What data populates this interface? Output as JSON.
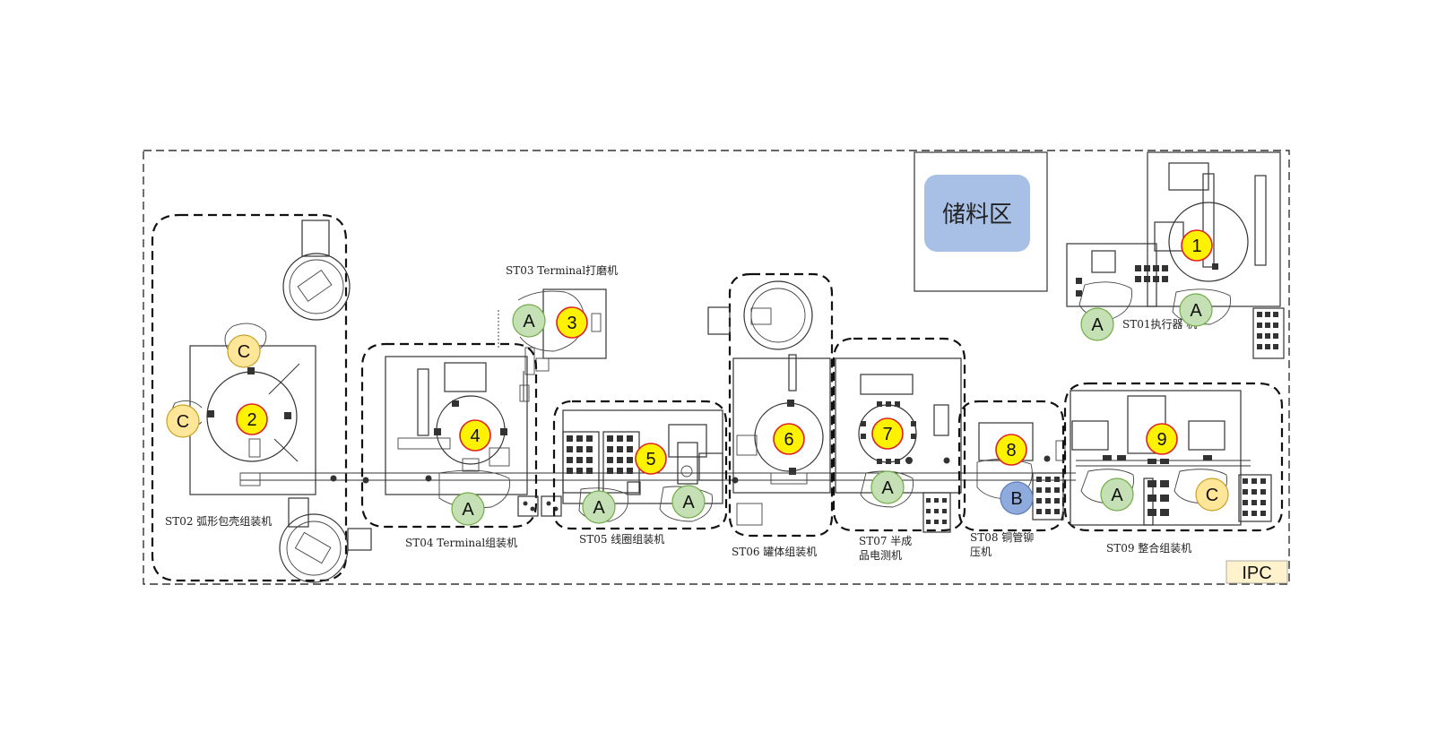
{
  "stations": [
    {
      "id": "st01",
      "label": "ST01执行器    机"
    },
    {
      "id": "st02",
      "label": "ST02  弧形包壳组装机"
    },
    {
      "id": "st03",
      "label": "ST03  Terminal打磨机"
    },
    {
      "id": "st04",
      "label": "ST04  Terminal组装机"
    },
    {
      "id": "st05",
      "label": "ST05  线圈组装机"
    },
    {
      "id": "st06",
      "label": "ST06  罐体组装机"
    },
    {
      "id": "st07",
      "label_lines": [
        "ST07  半成",
        "品电测机"
      ]
    },
    {
      "id": "st08",
      "label_lines": [
        "ST08  铜管铆",
        "压机"
      ]
    },
    {
      "id": "st09",
      "label": "ST09  整合组装机"
    }
  ],
  "station_numbers": [
    "1",
    "2",
    "3",
    "4",
    "5",
    "6",
    "7",
    "8",
    "9"
  ],
  "operators": {
    "a": "A",
    "b": "B",
    "c": "C"
  },
  "storage_area": "储料区",
  "ipc": "IPC",
  "colors": {
    "number_badge_fill": "#FFF200",
    "number_badge_stroke": "#E02020",
    "operator_a_fill": "#C5E0B4",
    "operator_a_stroke": "#70AD47",
    "operator_b_fill": "#8FAADC",
    "operator_c_fill": "#FFE699",
    "storage_fill": "#A9C0E6",
    "ipc_fill": "#FFF2CC"
  }
}
